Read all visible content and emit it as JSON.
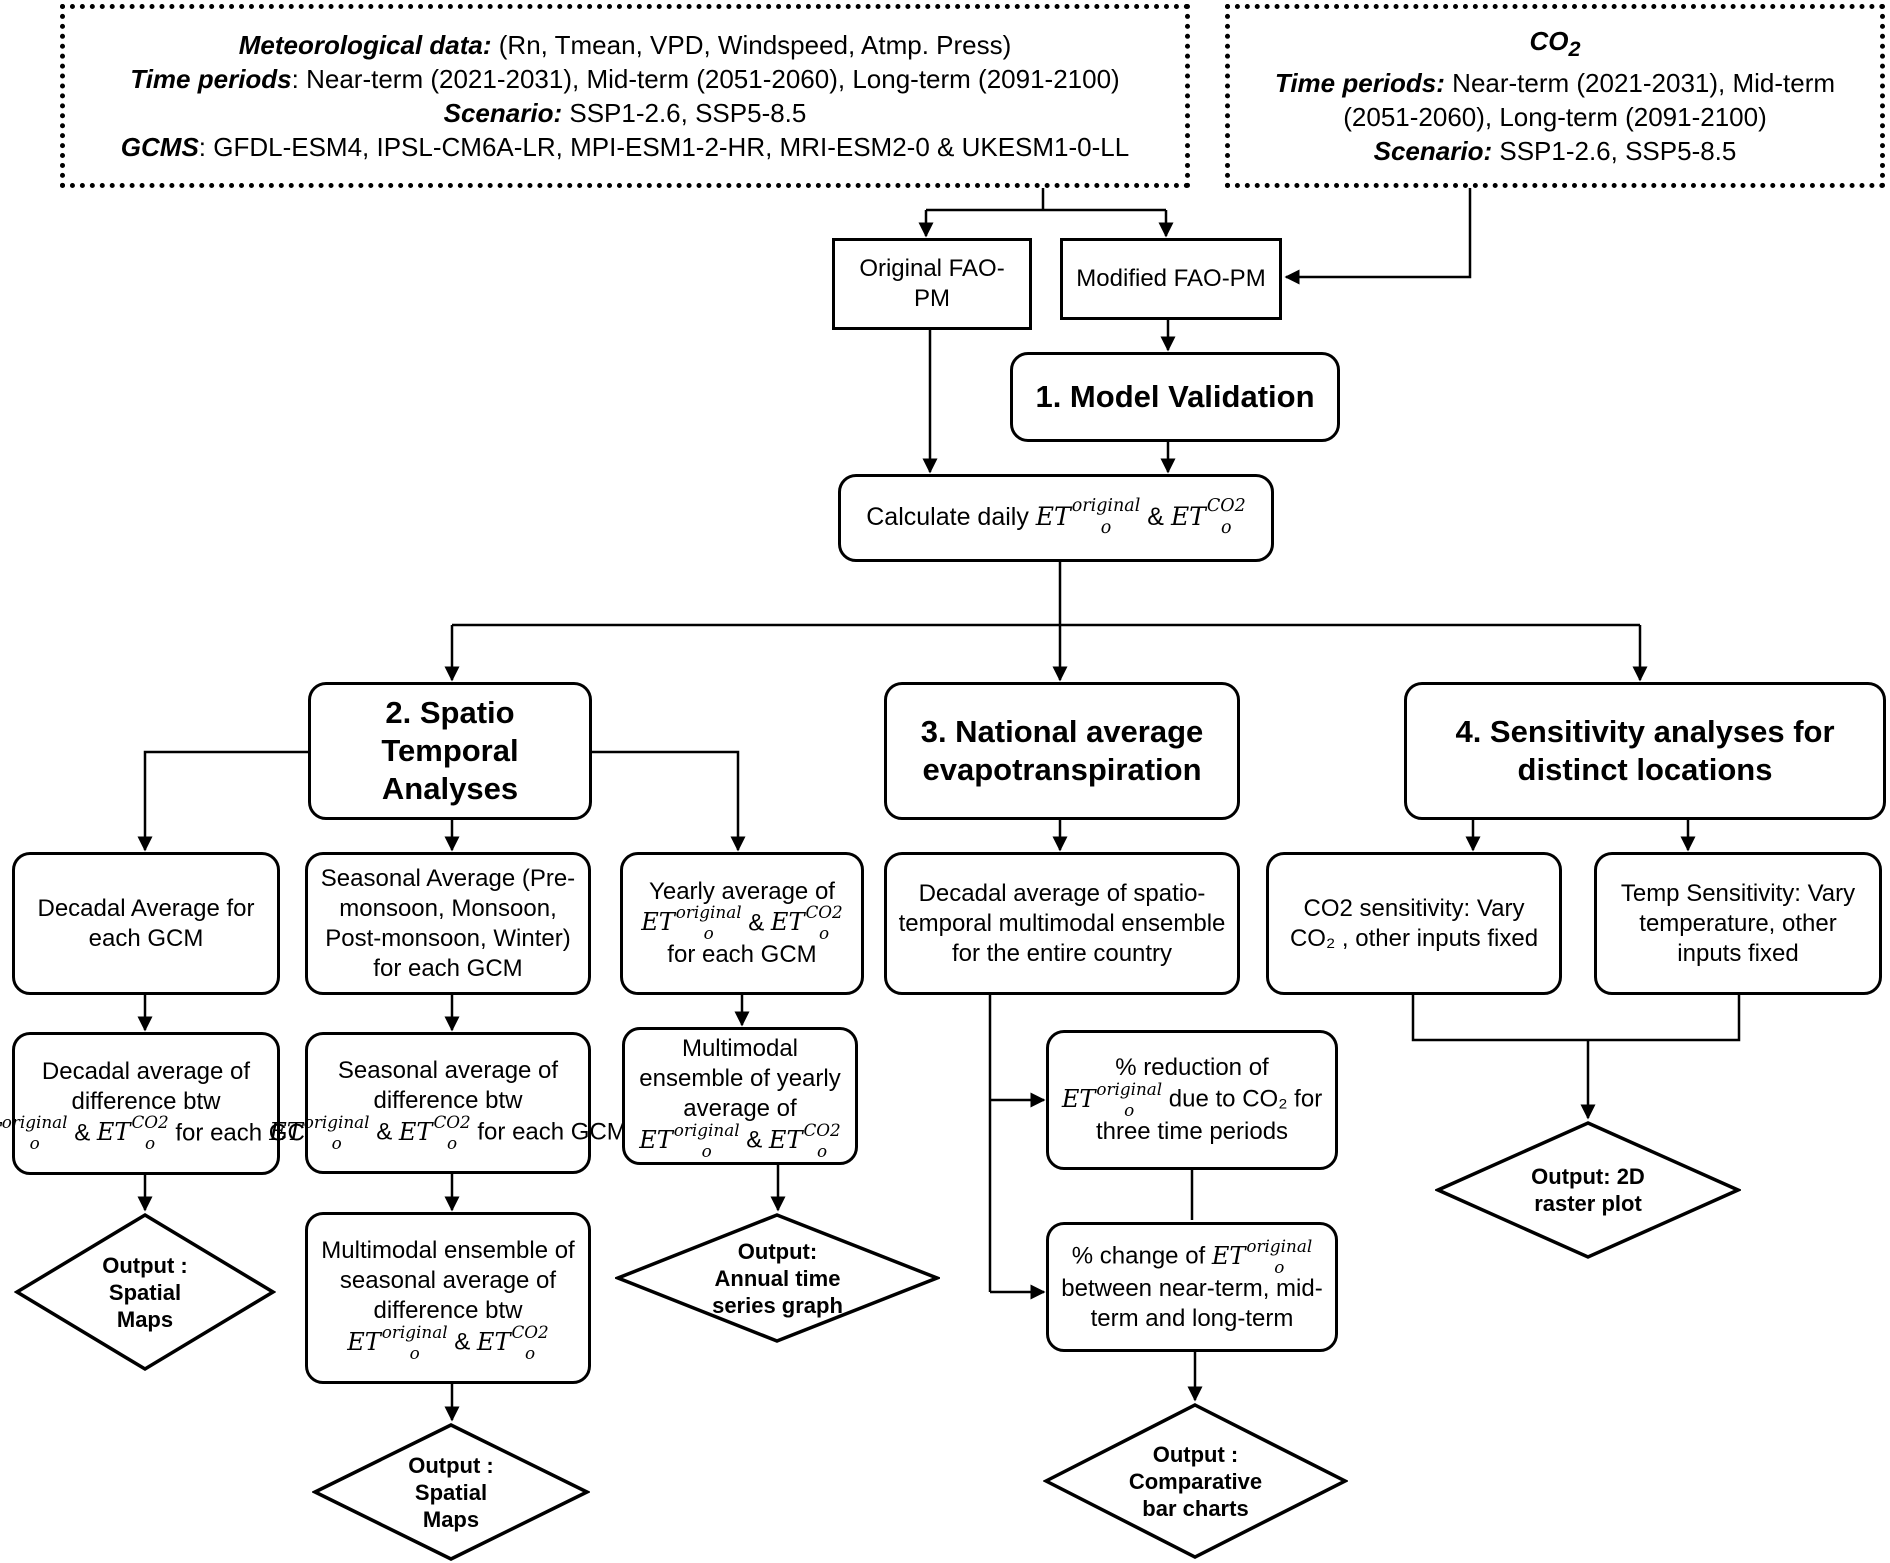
{
  "met_box": {
    "line1_label": "Meteorological data:",
    "line1_text": " (Rn, Tmean, VPD, Windspeed, Atmp. Press)",
    "line2_label": "Time periods",
    "line2_text": ": Near-term (2021-2031), Mid-term (2051-2060), Long-term (2091-2100)",
    "line3_label": "Scenario:",
    "line3_text": " SSP1-2.6, SSP5-8.5",
    "line4_label": "GCMS",
    "line4_text": ": GFDL-ESM4, IPSL-CM6A-LR, MPI-ESM1-2-HR, MRI-ESM2-0 & UKESM1-0-LL"
  },
  "co2_box": {
    "title_main": "CO",
    "title_sub": "2",
    "time_label": "Time periods:",
    "time_text_a": " Near-term (2021-2031), Mid-term",
    "time_text_b": "(2051-2060), Long-term (2091-2100)",
    "scenario_label": "Scenario:",
    "scenario_text": " SSP1-2.6, SSP5-8.5"
  },
  "et_symbols": {
    "base": "ET",
    "sub": "o",
    "sup_original": "original",
    "sup_co2": "CO2",
    "amp": "&"
  },
  "models": {
    "original": "Original FAO-PM",
    "modified": "Modified FAO-PM"
  },
  "validation": {
    "title": "1. Model Validation"
  },
  "calculate": {
    "prefix": "Calculate daily"
  },
  "spatio": {
    "title": "2. Spatio Temporal Analyses"
  },
  "national": {
    "title": "3. National average evapotranspiration"
  },
  "sensitivity": {
    "title": "4. Sensitivity analyses for distinct locations"
  },
  "decadal_avg": {
    "text": "Decadal Average for each GCM"
  },
  "decadal_diff": {
    "line1": "Decadal average of difference btw",
    "suffix": "for each GCM"
  },
  "output_spatial_left": {
    "line1": "Output :",
    "line2": "Spatial",
    "line3": "Maps"
  },
  "seasonal_avg": {
    "text": "Seasonal Average (Pre-monsoon, Monsoon, Post-monsoon, Winter) for each GCM"
  },
  "seasonal_diff": {
    "line1": "Seasonal average of difference btw",
    "suffix": "for each GCM"
  },
  "seasonal_ens": {
    "line1": "Multimodal ensemble of seasonal average of difference btw"
  },
  "output_spatial_mid": {
    "line1": "Output :",
    "line2": "Spatial",
    "line3": "Maps"
  },
  "yearly_avg": {
    "line1": "Yearly average of",
    "suffix": "for each GCM"
  },
  "yearly_ens": {
    "line1": "Multimodal ensemble of yearly average of"
  },
  "output_annual": {
    "line1": "Output:",
    "line2": "Annual time",
    "line3": "series graph"
  },
  "decadal_ensemble": {
    "text": "Decadal average of spatio-temporal multimodal ensemble for the entire country"
  },
  "pct_reduction": {
    "prefix": "% reduction of",
    "suffix": "due to CO₂ for three time periods"
  },
  "pct_change": {
    "prefix": "% change of",
    "suffix": "between near-term, mid-term and long-term"
  },
  "output_bar": {
    "line1": "Output :",
    "line2": "Comparative",
    "line3": "bar charts"
  },
  "co2_sens": {
    "text": "CO2 sensitivity: Vary CO₂ , other inputs fixed"
  },
  "temp_sens": {
    "text": "Temp Sensitivity: Vary temperature, other inputs fixed"
  },
  "output_raster": {
    "line1": "Output: 2D",
    "line2": "raster plot"
  }
}
